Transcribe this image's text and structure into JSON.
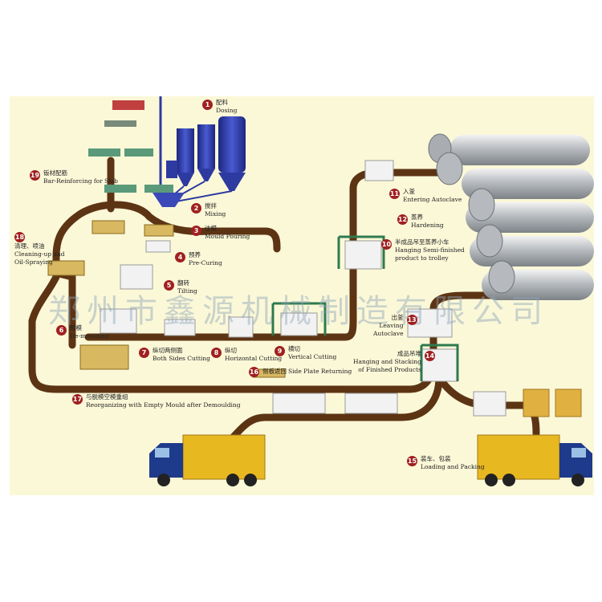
{
  "steps": [
    {
      "n": "1",
      "cn": "配料",
      "en": "Dosing"
    },
    {
      "n": "2",
      "cn": "搅拌",
      "en": "Mixing"
    },
    {
      "n": "3",
      "cn": "注模",
      "en": "Mould Pouring"
    },
    {
      "n": "4",
      "cn": "预养",
      "en": "Pre-Curing"
    },
    {
      "n": "5",
      "cn": "翻转",
      "en": "Tilting"
    },
    {
      "n": "6",
      "cn": "脱模",
      "en": "De-moulding"
    },
    {
      "n": "7",
      "cn": "纵切两侧面",
      "en": "Both Sides Cutting"
    },
    {
      "n": "8",
      "cn": "纵切",
      "en": "Horizontal Cutting"
    },
    {
      "n": "9",
      "cn": "横切",
      "en": "Vertical Cutting"
    },
    {
      "n": "10",
      "cn": "半成品吊至蒸养小车",
      "en": "Hanging Semi-finished",
      "en2": "product to trolley"
    },
    {
      "n": "11",
      "cn": "入釜",
      "en": "Entering Autoclave"
    },
    {
      "n": "12",
      "cn": "蒸养",
      "en": "Hardening"
    },
    {
      "n": "13",
      "cn": "出釜",
      "en": "Leaving",
      "en2": "Autoclave"
    },
    {
      "n": "14",
      "cn": "成品吊堆",
      "en": "Hanging and Stacking",
      "en2": "of Finished Products"
    },
    {
      "n": "15",
      "cn": "装车、包装",
      "en": "Loading and Packing"
    },
    {
      "n": "16",
      "cn": "侧板返回",
      "en": "Side Plate Returning"
    },
    {
      "n": "17",
      "cn": "与脱模空模重组",
      "en": "Reorganizing with Empty Mould after Demoulding"
    },
    {
      "n": "18",
      "cn": "清理、喷油",
      "en": "Cleaning-up and",
      "en2": "Oil-Spraying"
    },
    {
      "n": "19",
      "cn": "钣材配筋",
      "en": "Bar-Reinforcing for Slab"
    }
  ],
  "watermark": "郑州市鑫源机械制造有限公司",
  "colors": {
    "track": "#5c3414",
    "panel": "#fbf8d8",
    "badge": "#a02020",
    "tank": "#2d3aa0",
    "truck": "#1e3a8a",
    "cargo": "#e8b820"
  }
}
